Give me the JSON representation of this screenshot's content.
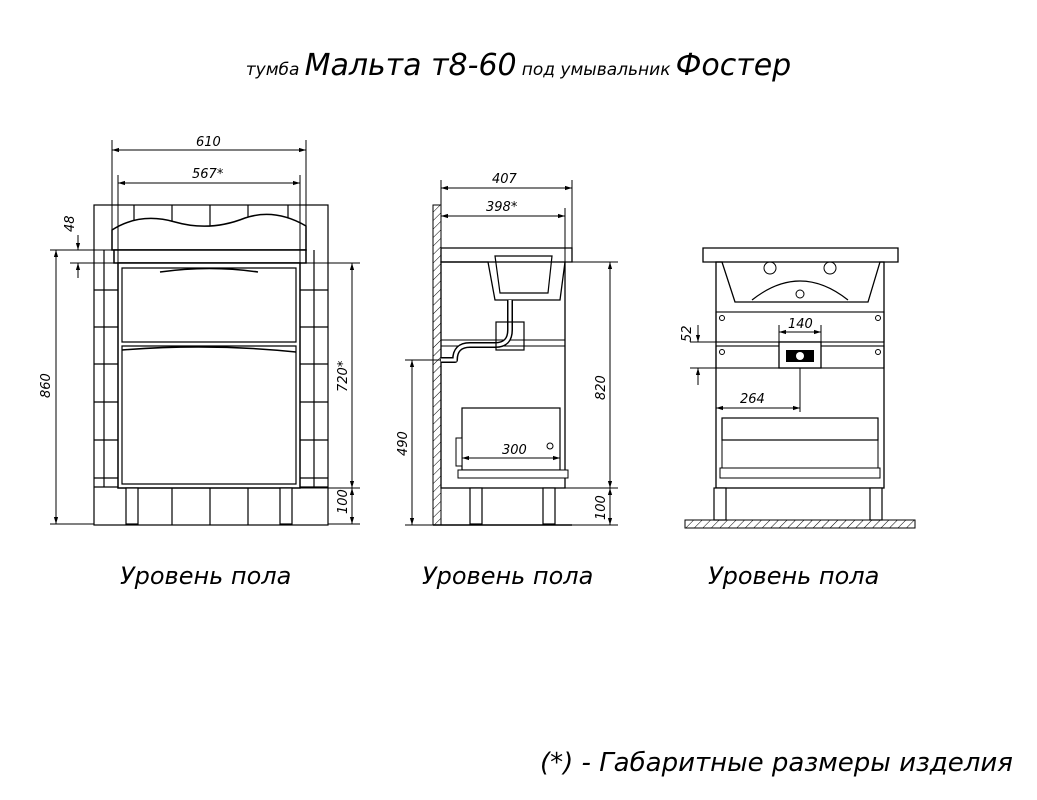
{
  "title": {
    "prefix": "тумба",
    "model": "Мальта т8-60",
    "middle": "под умывальник",
    "sink": "Фостер"
  },
  "views": {
    "front": {
      "floor_label": "Уровень пола",
      "dim_total_width": "610",
      "dim_body_width": "567*",
      "dim_top_thickness": "48",
      "dim_total_height": "860",
      "dim_body_height": "720*",
      "dim_leg_height": "100"
    },
    "side": {
      "floor_label": "Уровень пола",
      "dim_total_depth": "407",
      "dim_body_depth": "398*",
      "dim_body_height": "820",
      "dim_shelf_height": "490",
      "dim_drawer_depth": "300",
      "dim_leg_height": "100"
    },
    "back": {
      "floor_label": "Уровень пола",
      "dim_cutout_width": "140",
      "dim_cutout_height": "52",
      "dim_cutout_offset": "264"
    }
  },
  "footnote": "(*) - Габаритные размеры изделия"
}
